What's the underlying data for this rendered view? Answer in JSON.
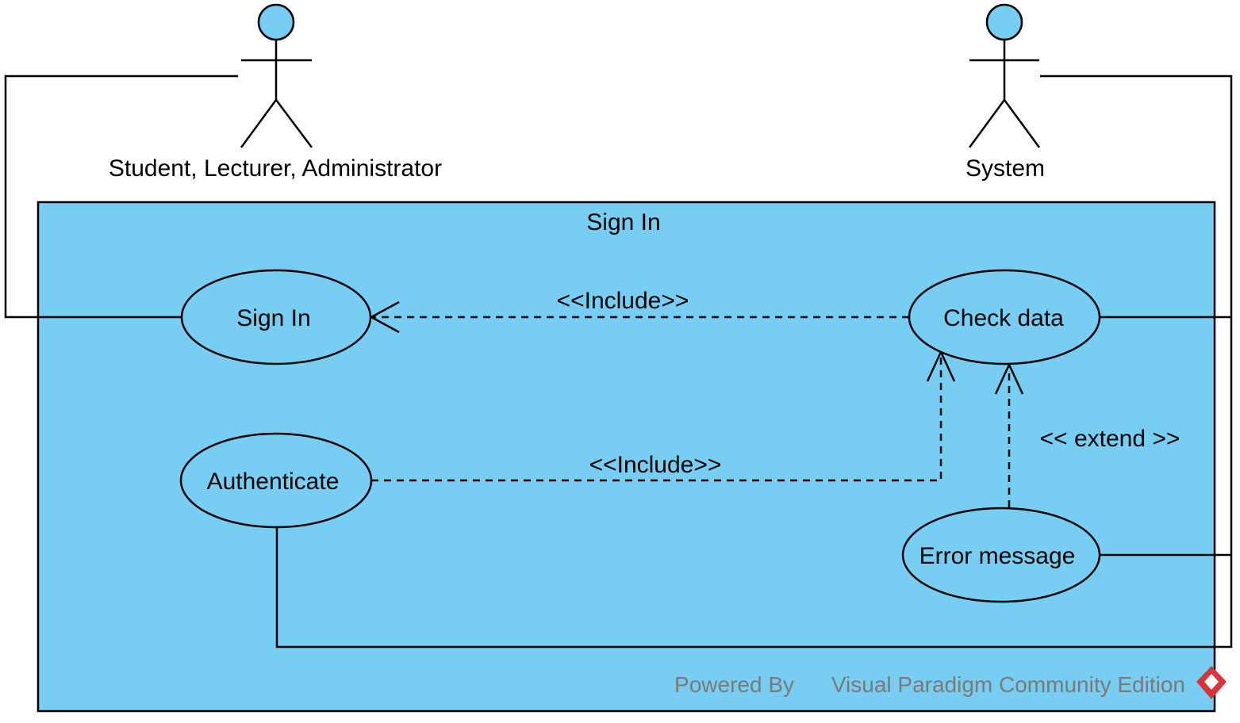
{
  "colors": {
    "fill": "#78cdf3",
    "stroke": "#000000",
    "watermark": "#7a7a7a",
    "logo": "#d9343c"
  },
  "actors": [
    {
      "id": "user",
      "label": "Student, Lecturer, Administrator",
      "icon": "stick-figure-icon"
    },
    {
      "id": "system",
      "label": "System",
      "icon": "stick-figure-icon"
    }
  ],
  "boundary": {
    "title": "Sign In"
  },
  "use_cases": [
    {
      "id": "sign-in",
      "label": "Sign In"
    },
    {
      "id": "check-data",
      "label": "Check data"
    },
    {
      "id": "authenticate",
      "label": "Authenticate"
    },
    {
      "id": "error-message",
      "label": "Error message"
    }
  ],
  "relations": [
    {
      "from": "check-data",
      "to": "sign-in",
      "stereotype": "<<Include>>"
    },
    {
      "from": "authenticate",
      "to": "check-data",
      "stereotype": "<<Include>>"
    },
    {
      "from": "error-message",
      "to": "check-data",
      "stereotype": "<< extend >>"
    }
  ],
  "associations": [
    {
      "actor": "user",
      "use_case": "sign-in"
    },
    {
      "actor": "system",
      "use_case": "check-data"
    },
    {
      "actor": "system",
      "use_case": "error-message"
    },
    {
      "actor": "system",
      "use_case": "authenticate"
    }
  ],
  "watermark": {
    "prefix": "Powered By",
    "product": "Visual Paradigm Community Edition",
    "icon": "visual-paradigm-logo-icon"
  }
}
